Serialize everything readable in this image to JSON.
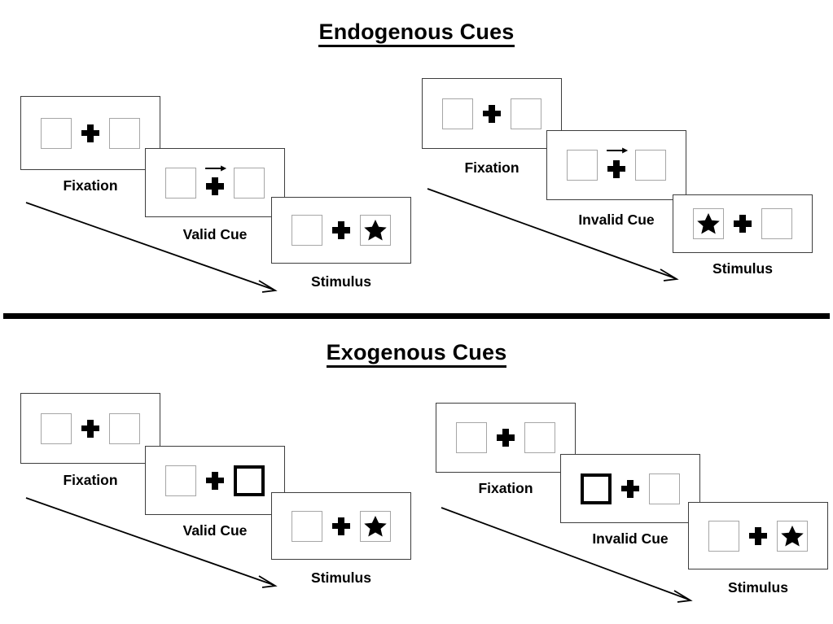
{
  "figure": {
    "title_top": "Endogenous Cues",
    "title_bottom": "Exogenous Cues"
  },
  "labels": {
    "fixation": "Fixation",
    "valid_cue": "Valid Cue",
    "invalid_cue": "Invalid Cue",
    "stimulus": "Stimulus"
  },
  "icons": {
    "fixation_cross": "plus-cross-icon",
    "cue_arrow": "arrow-right-icon",
    "target": "star-icon",
    "time_arrow": "diagonal-time-arrow-icon"
  },
  "colors": {
    "box_outline": "#a6a6a6",
    "cued_box_outline": "#000000",
    "panel_outline": "#3d3d3d",
    "ink": "#000000",
    "background": "#ffffff"
  },
  "sections": [
    {
      "id": "endogenous",
      "title": "Endogenous Cues",
      "cue_type": "central arrow",
      "columns": [
        {
          "id": "endogenous-valid",
          "condition": "valid",
          "frames": [
            {
              "name": "fixation",
              "label": "Fixation",
              "left_box": "empty",
              "right_box": "empty",
              "arrow": "none",
              "target_side": "none"
            },
            {
              "name": "cue",
              "label": "Valid Cue",
              "left_box": "empty",
              "right_box": "empty",
              "arrow": "right",
              "target_side": "none"
            },
            {
              "name": "stimulus",
              "label": "Stimulus",
              "left_box": "empty",
              "right_box": "star",
              "arrow": "none",
              "target_side": "right"
            }
          ]
        },
        {
          "id": "endogenous-invalid",
          "condition": "invalid",
          "frames": [
            {
              "name": "fixation",
              "label": "Fixation",
              "left_box": "empty",
              "right_box": "empty",
              "arrow": "none",
              "target_side": "none"
            },
            {
              "name": "cue",
              "label": "Invalid Cue",
              "left_box": "empty",
              "right_box": "empty",
              "arrow": "right",
              "target_side": "none"
            },
            {
              "name": "stimulus",
              "label": "Stimulus",
              "left_box": "star",
              "right_box": "empty",
              "arrow": "none",
              "target_side": "left"
            }
          ]
        }
      ]
    },
    {
      "id": "exogenous",
      "title": "Exogenous Cues",
      "cue_type": "peripheral box highlight",
      "columns": [
        {
          "id": "exogenous-valid",
          "condition": "valid",
          "frames": [
            {
              "name": "fixation",
              "label": "Fixation",
              "left_box": "empty",
              "right_box": "empty",
              "arrow": "none",
              "target_side": "none"
            },
            {
              "name": "cue",
              "label": "Valid Cue",
              "left_box": "empty",
              "right_box": "cued",
              "arrow": "none",
              "target_side": "none"
            },
            {
              "name": "stimulus",
              "label": "Stimulus",
              "left_box": "empty",
              "right_box": "star",
              "arrow": "none",
              "target_side": "right"
            }
          ]
        },
        {
          "id": "exogenous-invalid",
          "condition": "invalid",
          "frames": [
            {
              "name": "fixation",
              "label": "Fixation",
              "left_box": "empty",
              "right_box": "empty",
              "arrow": "none",
              "target_side": "none"
            },
            {
              "name": "cue",
              "label": "Invalid Cue",
              "left_box": "cued",
              "right_box": "empty",
              "arrow": "none",
              "target_side": "none"
            },
            {
              "name": "stimulus",
              "label": "Stimulus",
              "left_box": "empty",
              "right_box": "star",
              "arrow": "none",
              "target_side": "right"
            }
          ]
        }
      ]
    }
  ]
}
